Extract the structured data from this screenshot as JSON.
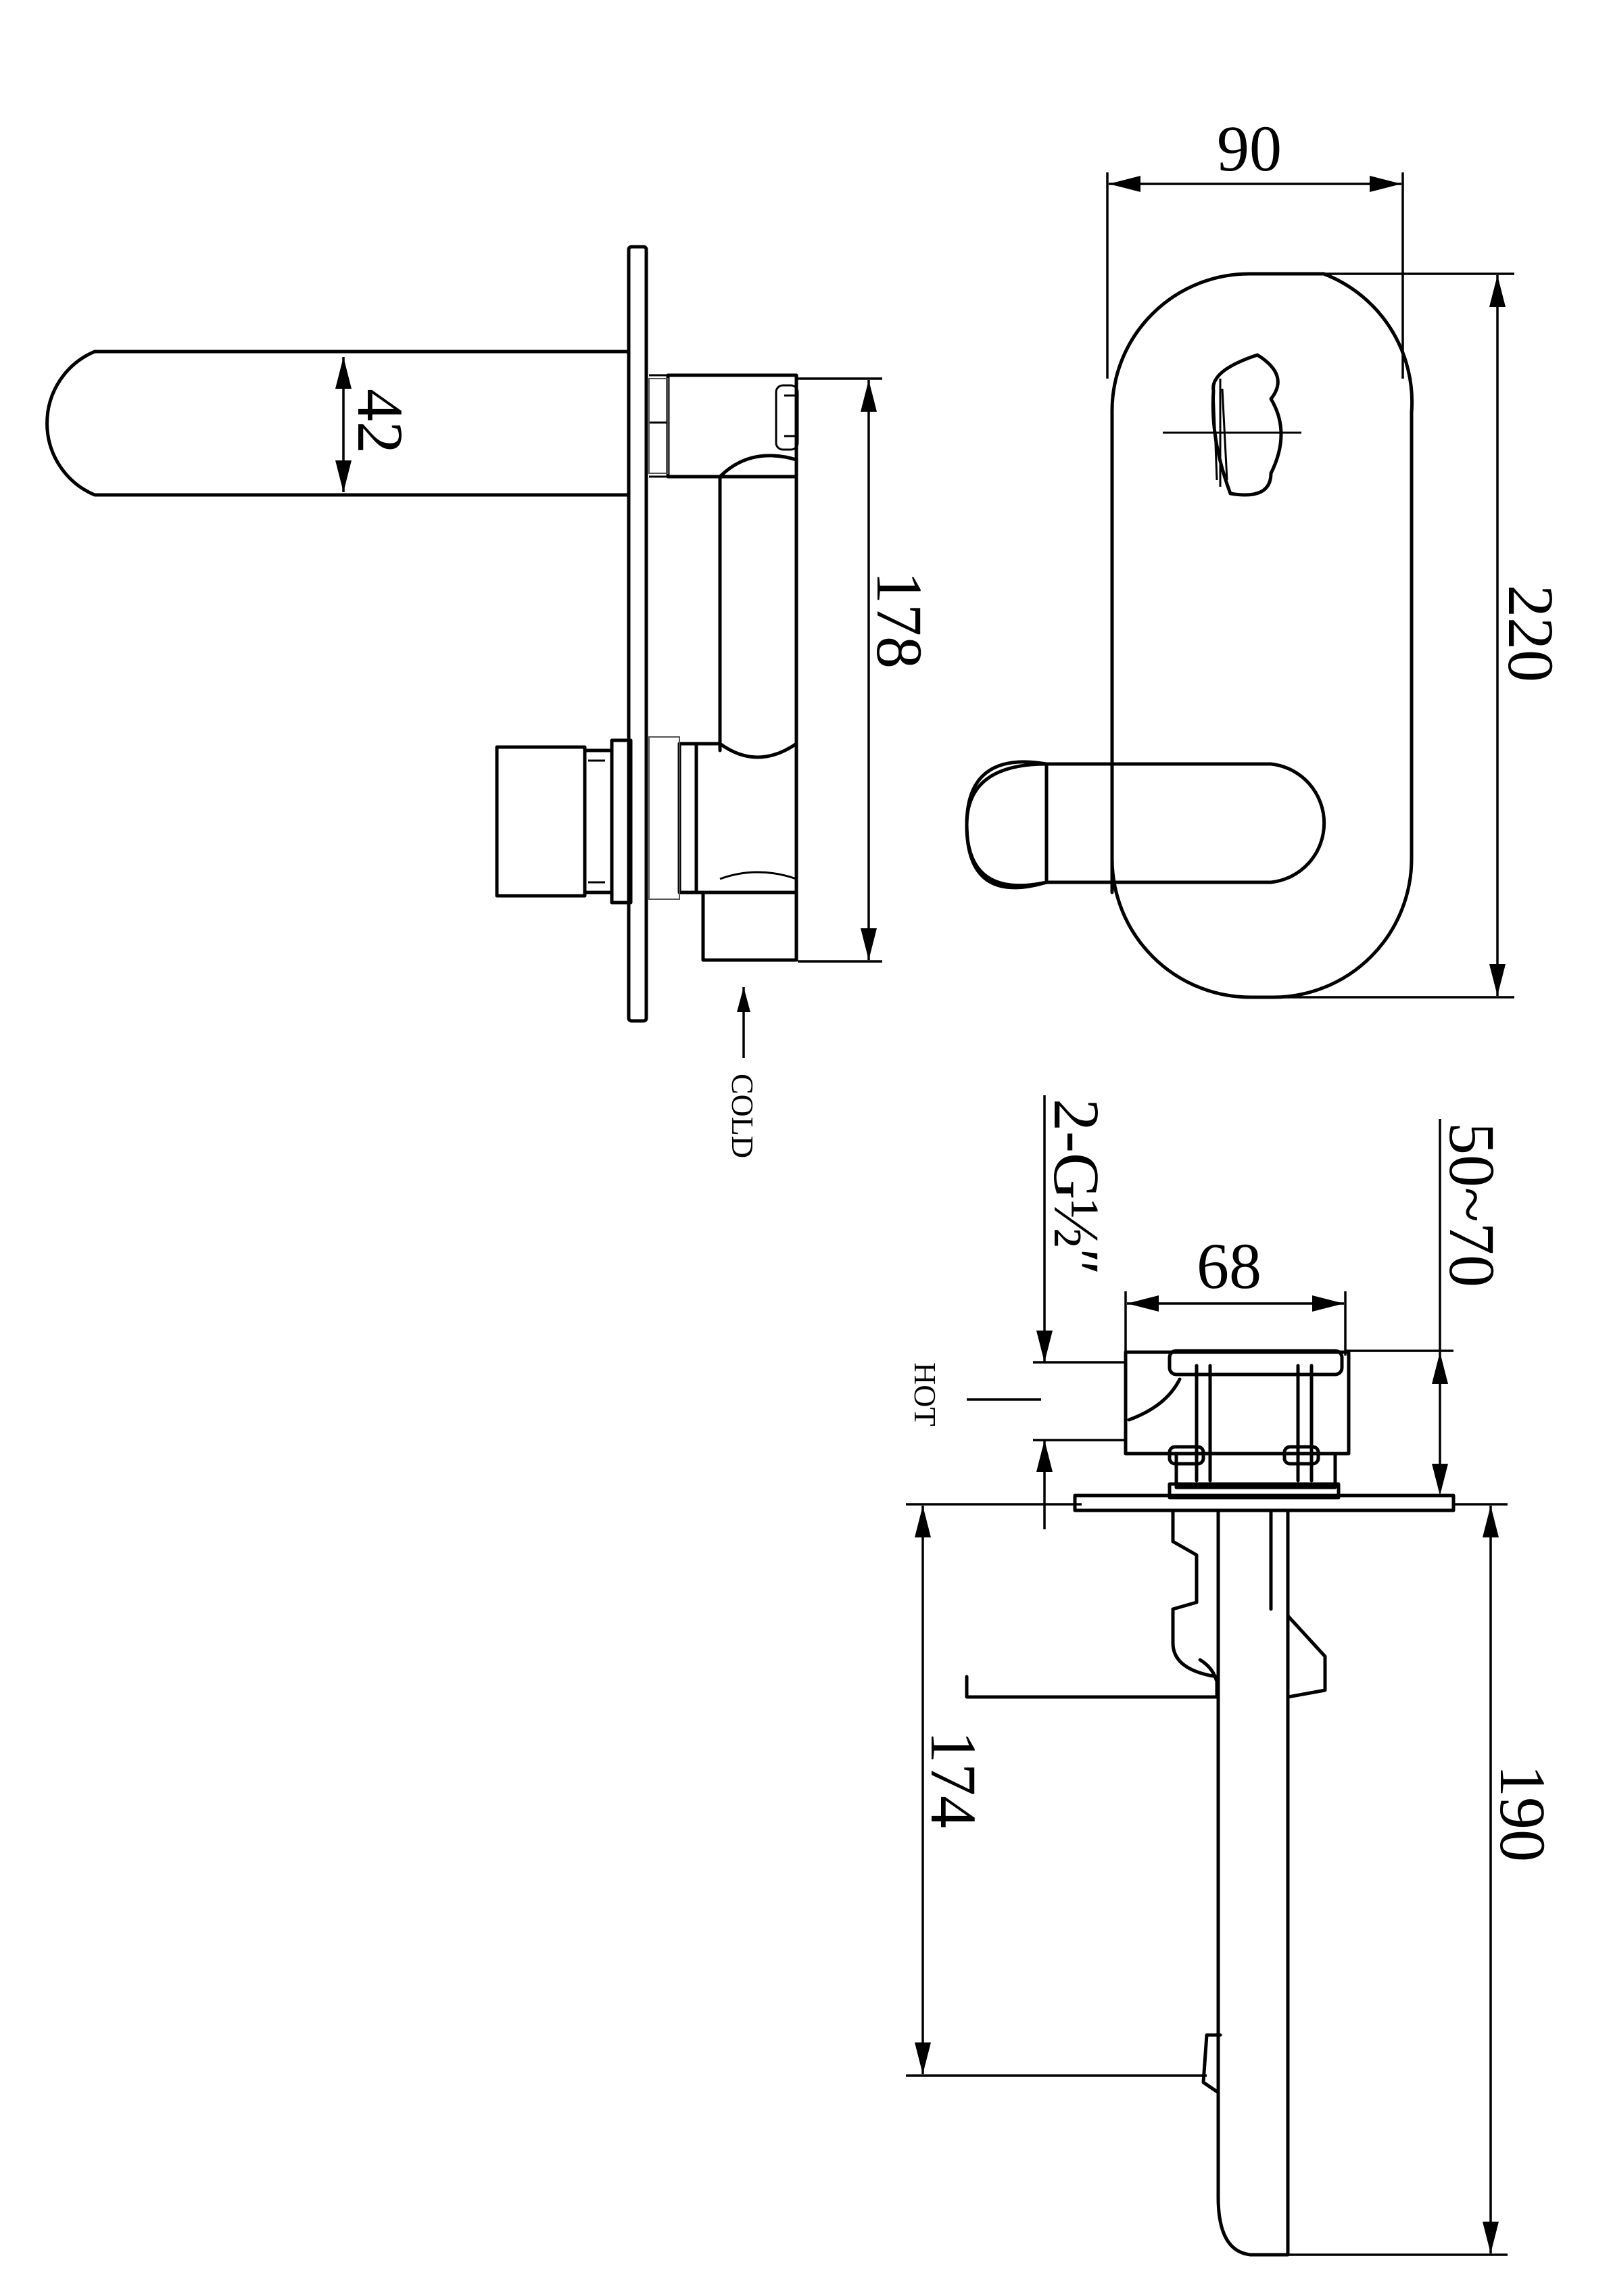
{
  "dimensions": {
    "spout_height": "42",
    "body_length": "178",
    "plate_width": "90",
    "plate_height": "220",
    "mixer_depth": "68",
    "wall_thickness": "50~70",
    "spout_projection_short": "174",
    "spout_projection_long": "190"
  },
  "labels": {
    "cold": "COLD",
    "hot": "HOT",
    "thread": "2-G½″"
  }
}
